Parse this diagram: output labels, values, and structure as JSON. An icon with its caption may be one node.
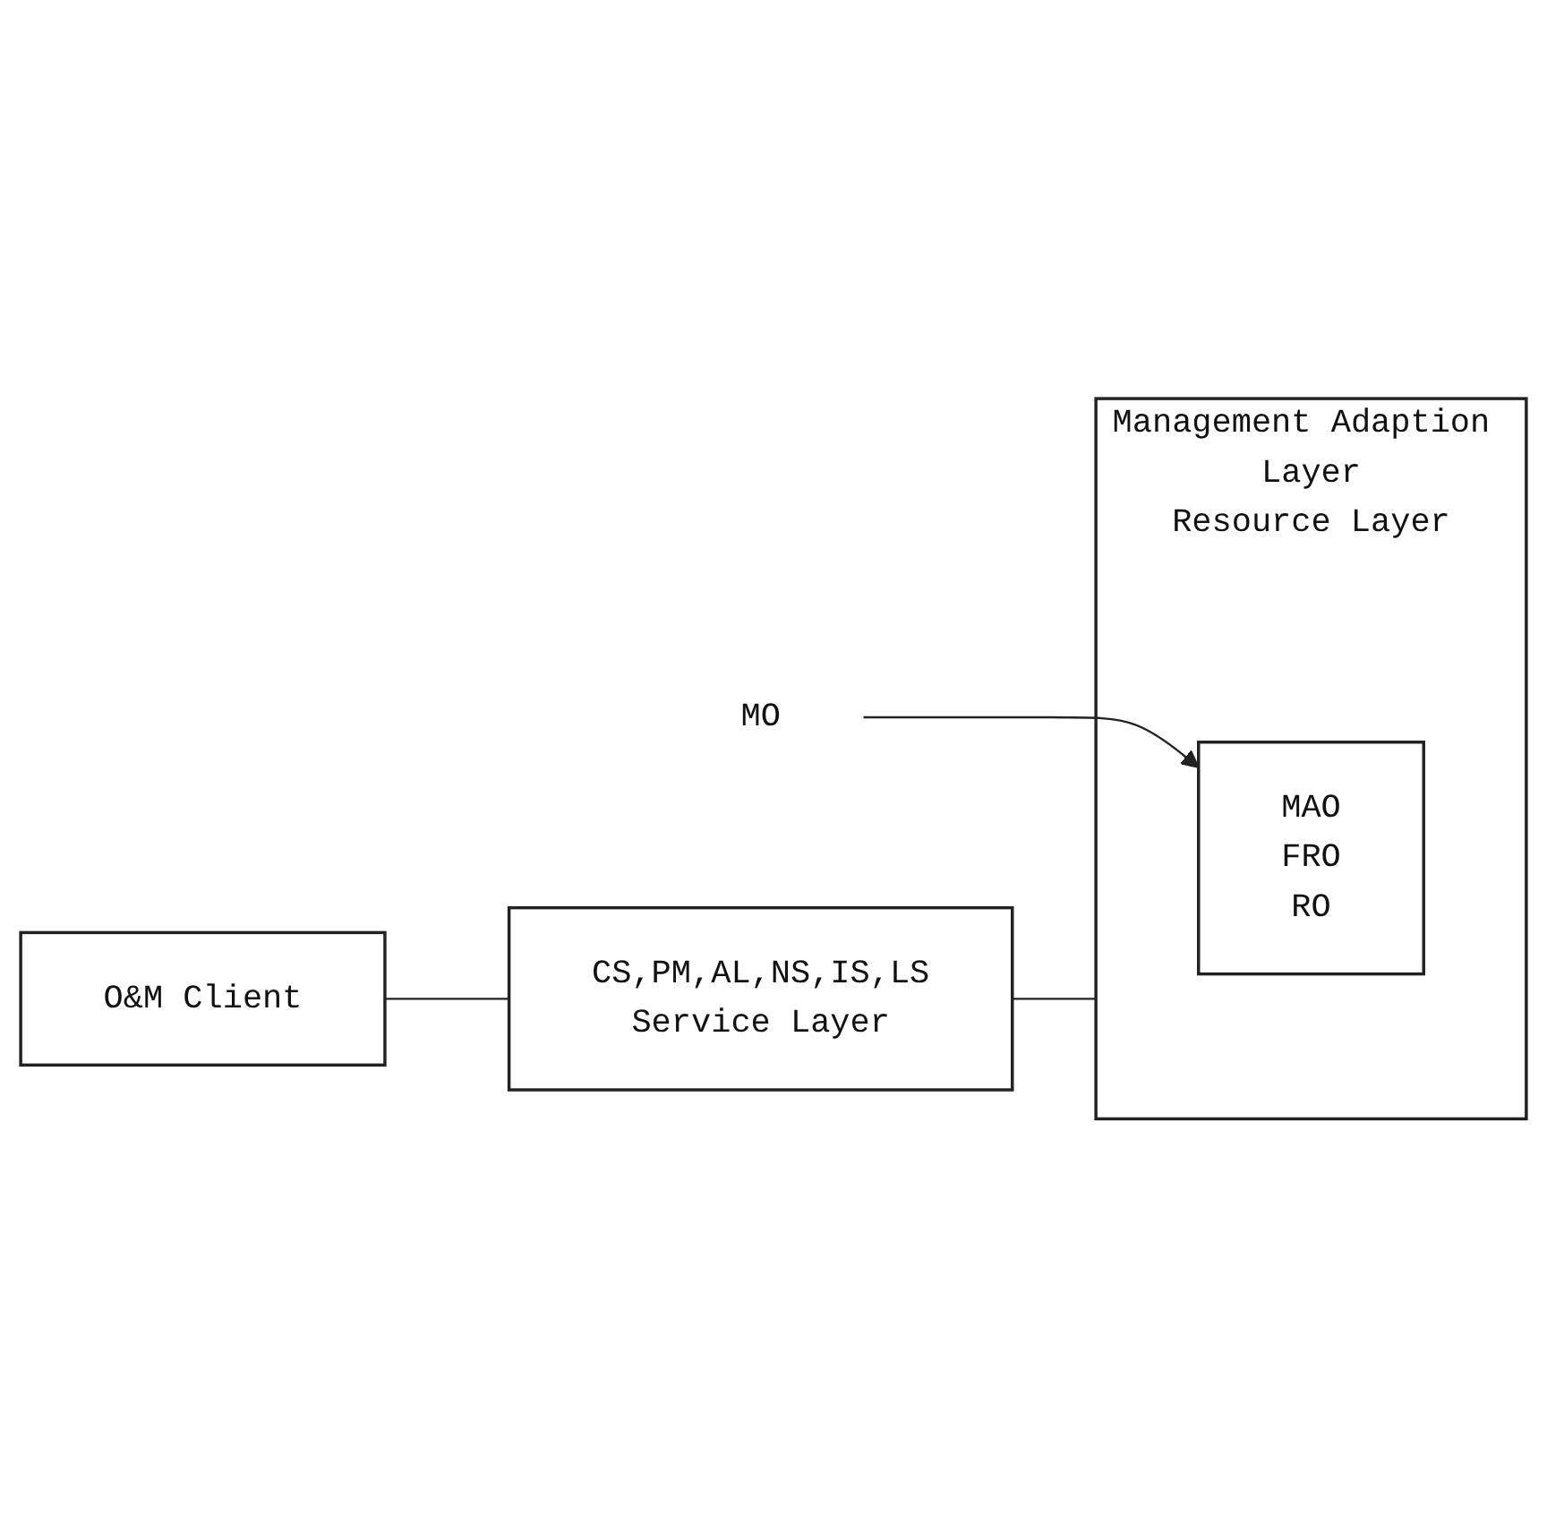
{
  "diagram": {
    "nodes": [
      {
        "text": [
          "O&M Client"
        ]
      },
      {
        "text": [
          "CS,PM,AL,NS,IS,LS",
          "Service Layer"
        ]
      },
      {
        "text": [
          "Management Adaption Layer",
          "Resource Layer"
        ]
      },
      {
        "text": [
          "MAO",
          "FRO",
          "RO"
        ],
        "in": 2
      },
      {
        "text": [
          "MO"
        ]
      }
    ],
    "edges": [
      {
        "from": 0,
        "to": 1,
        "arrow": "none"
      },
      {
        "from": 1,
        "to": 2,
        "arrow": "none"
      },
      {
        "from": 4,
        "to": 3,
        "arrow": "to"
      }
    ]
  }
}
